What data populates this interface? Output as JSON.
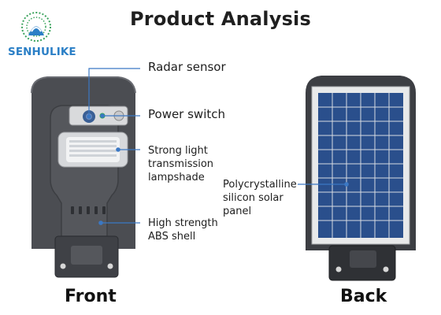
{
  "title": "Product Analysis",
  "brand": {
    "name": "SENHULIKE"
  },
  "callouts": {
    "radar": "Radar sensor",
    "power": "Power switch",
    "lampshade": "Strong light\ntransmission\nlampshade",
    "shell": "High strength\nABS shell",
    "panel": "Polycrystalline\nsilicon solar\npanel"
  },
  "captions": {
    "front": "Front",
    "back": "Back"
  },
  "colors": {
    "brand_blue": "#2b7fc6",
    "brand_green": "#3aa35c",
    "leader": "#3b78c4",
    "shell": "#4b4d52",
    "panel": "#2a4f8c"
  }
}
